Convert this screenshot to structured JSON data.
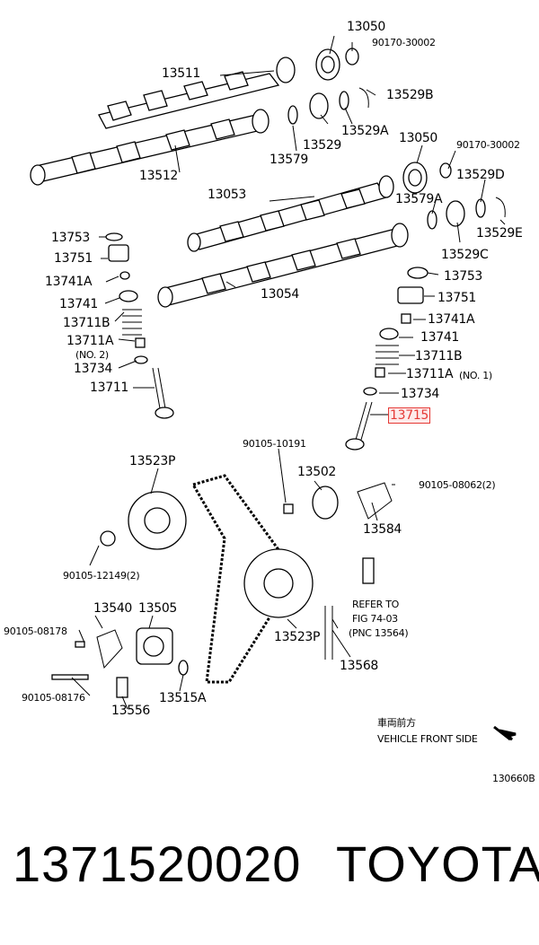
{
  "labels": [
    {
      "key": "13050a",
      "text": "13050"
    },
    {
      "key": "90170a",
      "text": "90170-30002"
    },
    {
      "key": "13511",
      "text": "13511"
    },
    {
      "key": "13529B",
      "text": "13529B"
    },
    {
      "key": "13529A",
      "text": "13529A"
    },
    {
      "key": "13529a",
      "text": "13529"
    },
    {
      "key": "13579",
      "text": "13579"
    },
    {
      "key": "13512",
      "text": "13512"
    },
    {
      "key": "13050b",
      "text": "13050"
    },
    {
      "key": "90170b",
      "text": "90170-30002"
    },
    {
      "key": "13053",
      "text": "13053"
    },
    {
      "key": "13529D",
      "text": "13529D"
    },
    {
      "key": "13579A",
      "text": "13579A"
    },
    {
      "key": "13529E",
      "text": "13529E"
    },
    {
      "key": "13529C",
      "text": "13529C"
    },
    {
      "key": "13753a",
      "text": "13753"
    },
    {
      "key": "13751a",
      "text": "13751"
    },
    {
      "key": "13741Aa",
      "text": "13741A"
    },
    {
      "key": "13741a",
      "text": "13741"
    },
    {
      "key": "13711Ba",
      "text": "13711B"
    },
    {
      "key": "13711Aa",
      "text": "13711A"
    },
    {
      "key": "no2",
      "text": "(NO. 2)"
    },
    {
      "key": "13734a",
      "text": "13734"
    },
    {
      "key": "13711",
      "text": "13711"
    },
    {
      "key": "13054",
      "text": "13054"
    },
    {
      "key": "13753b",
      "text": "13753"
    },
    {
      "key": "13751b",
      "text": "13751"
    },
    {
      "key": "13741Ab",
      "text": "13741A"
    },
    {
      "key": "13741b",
      "text": "13741"
    },
    {
      "key": "13711Bb",
      "text": "13711B"
    },
    {
      "key": "13711Ab",
      "text": "13711A"
    },
    {
      "key": "no1",
      "text": "(NO. 1)"
    },
    {
      "key": "13734b",
      "text": "13734"
    },
    {
      "key": "13715",
      "text": "13715"
    },
    {
      "key": "90105-10191",
      "text": "90105-10191"
    },
    {
      "key": "13523Pa",
      "text": "13523P"
    },
    {
      "key": "13502",
      "text": "13502"
    },
    {
      "key": "90105-08062",
      "text": "90105-08062(2)"
    },
    {
      "key": "13584",
      "text": "13584"
    },
    {
      "key": "90105-12149",
      "text": "90105-12149(2)"
    },
    {
      "key": "refer1",
      "text": "REFER TO"
    },
    {
      "key": "refer2",
      "text": "FIG 74-03"
    },
    {
      "key": "refer3",
      "text": "(PNC 13564)"
    },
    {
      "key": "13540",
      "text": "13540"
    },
    {
      "key": "13505",
      "text": "13505"
    },
    {
      "key": "90105-08178",
      "text": "90105-08178"
    },
    {
      "key": "13523Pb",
      "text": "13523P"
    },
    {
      "key": "13568",
      "text": "13568"
    },
    {
      "key": "90105-08176",
      "text": "90105-08176"
    },
    {
      "key": "13556",
      "text": "13556"
    },
    {
      "key": "13515A",
      "text": "13515A"
    },
    {
      "key": "front_jp",
      "text": "車両前方"
    },
    {
      "key": "front_en",
      "text": "VEHICLE FRONT SIDE"
    },
    {
      "key": "fig",
      "text": "130660B"
    }
  ],
  "highlight": {
    "part": "13715",
    "color": "#e53935"
  },
  "footer": {
    "part_number": "1371520020",
    "brand": "TOYOTA"
  }
}
